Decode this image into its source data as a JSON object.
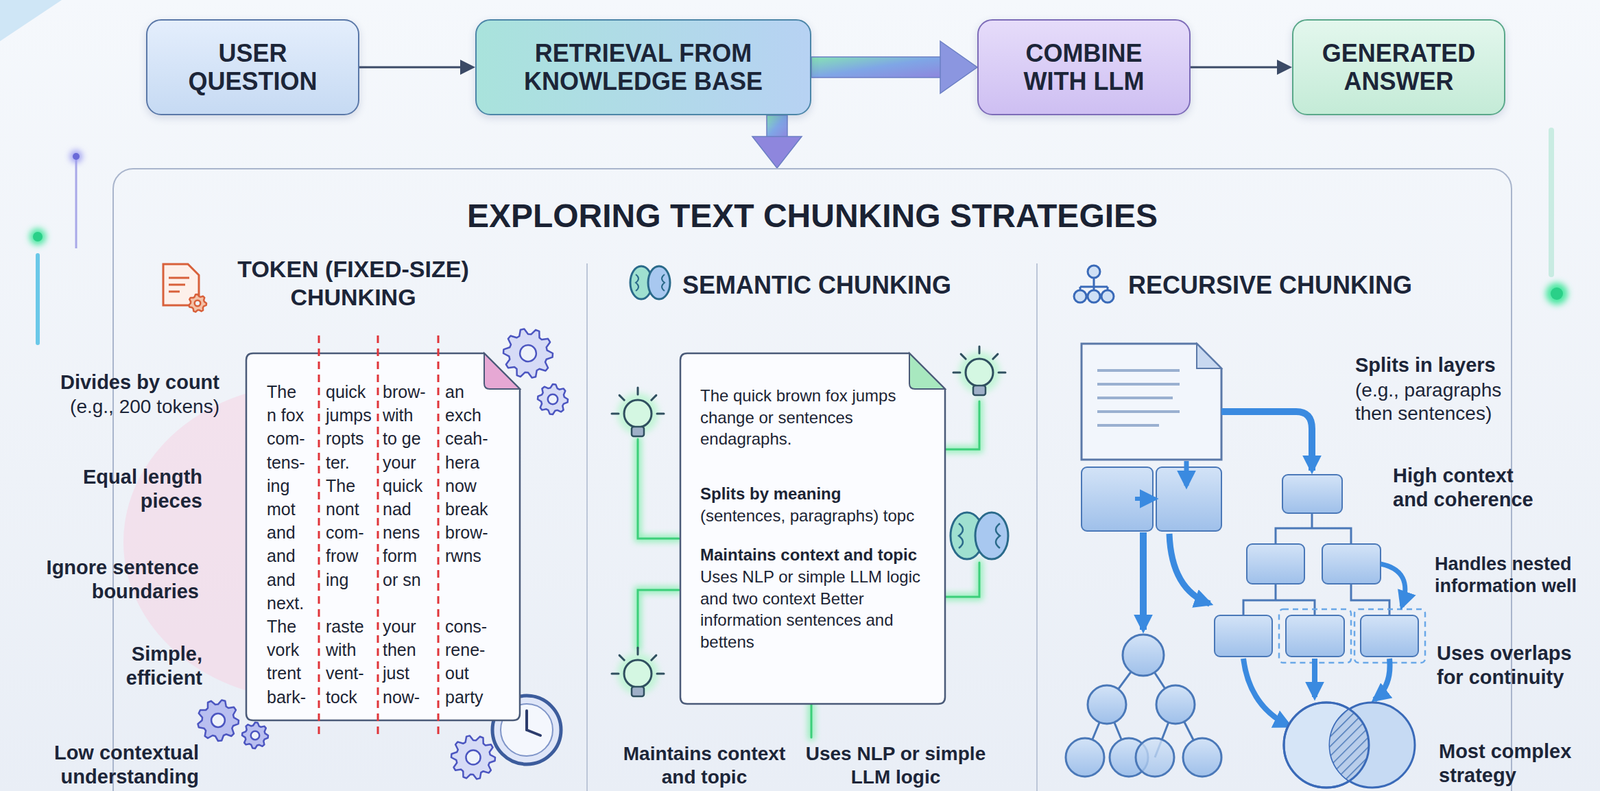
{
  "diagram": {
    "nodes": [
      {
        "text": [
          "USER QUESTION"
        ]
      },
      {
        "text": [
          "RETRIEVAL FROM KNOWLEDGE BASE"
        ]
      },
      {
        "text": [
          "COMBINE WITH LLM"
        ]
      },
      {
        "text": [
          "GENERATED ANSWER"
        ]
      },
      {
        "text": [
          "EXPLORING TEXT CHUNKING STRATEGIES"
        ]
      },
      {
        "text": [
          "The",
          "quick",
          "brow-",
          "an",
          "n fox",
          "jumps",
          "with",
          "exch",
          "com-",
          "ropts",
          "to ge",
          "ceah-",
          "tens-",
          "ter.",
          "your",
          "hera",
          "ing",
          "The",
          "quick",
          "now",
          "mot",
          "nont",
          "nad",
          "break",
          "and",
          "com-",
          "nens",
          "brow-",
          "and",
          "frow",
          "form",
          "rwns",
          "and",
          "ing",
          "or sn",
          "next.",
          "The",
          "raste",
          "your",
          "cons-",
          "vork",
          "with",
          "then",
          "rene-",
          "trent",
          "vent-",
          "just",
          "out",
          "bark-",
          "tock",
          "now-",
          "party"
        ],
        "in": 4
      },
      {
        "text": [
          "The quick brown fox jumps change or sentences endagraphs.",
          "Splits by meaning",
          "(sentences, paragraphs) topc",
          "Maintains context and topic",
          "Uses NLP or simple LLM logic and two context Better information sentences and bettens"
        ],
        "in": 4
      }
    ],
    "edges": [
      {
        "from": 0,
        "to": 1,
        "arrow": "to"
      },
      {
        "from": 1,
        "to": 2,
        "arrow": "to"
      },
      {
        "from": 2,
        "to": 3,
        "arrow": "to"
      },
      {
        "from": 1,
        "to": 4,
        "arrow": "to"
      }
    ],
    "labels": [
      "TOKEN (FIXED-SIZE) CHUNKING",
      "SEMANTIC CHUNKING",
      "RECURSIVE CHUNKING",
      "Divides by count",
      "(e.g., 200 tokens)",
      "Splits in layers",
      "(e.g., paragraphs then sentences)",
      "Equal length pieces",
      "High context and coherence",
      "Ignore sentence boundaries",
      "Handles nested information well",
      "Simple, efficient",
      "Uses overlaps for continuity",
      "Low contextual understanding",
      "Maintains context and topic",
      "Uses NLP or simple LLM logic",
      "Most complex strategy"
    ]
  }
}
